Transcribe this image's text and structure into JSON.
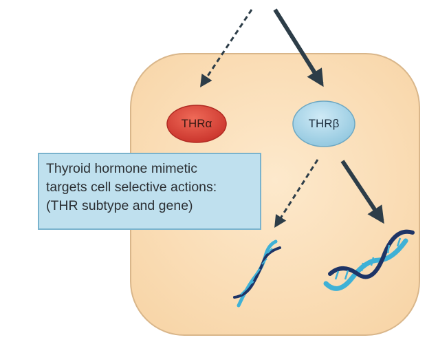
{
  "nodes": {
    "alpha": {
      "label": "THRα",
      "color": "#e0473a"
    },
    "beta": {
      "label": "THRβ",
      "color": "#a9d7ea"
    }
  },
  "callout": {
    "lines": [
      "Thyroid hormone mimetic",
      "targets cell selective actions:",
      "(THR subtype and gene)"
    ],
    "background": "#bfe0ee"
  },
  "colors": {
    "cell_fill": "#fce4c4",
    "cell_border": "#d9b68a",
    "arrow": "#2d3d48",
    "dna_dark": "#1e3466",
    "dna_light": "#3fb1d6"
  }
}
